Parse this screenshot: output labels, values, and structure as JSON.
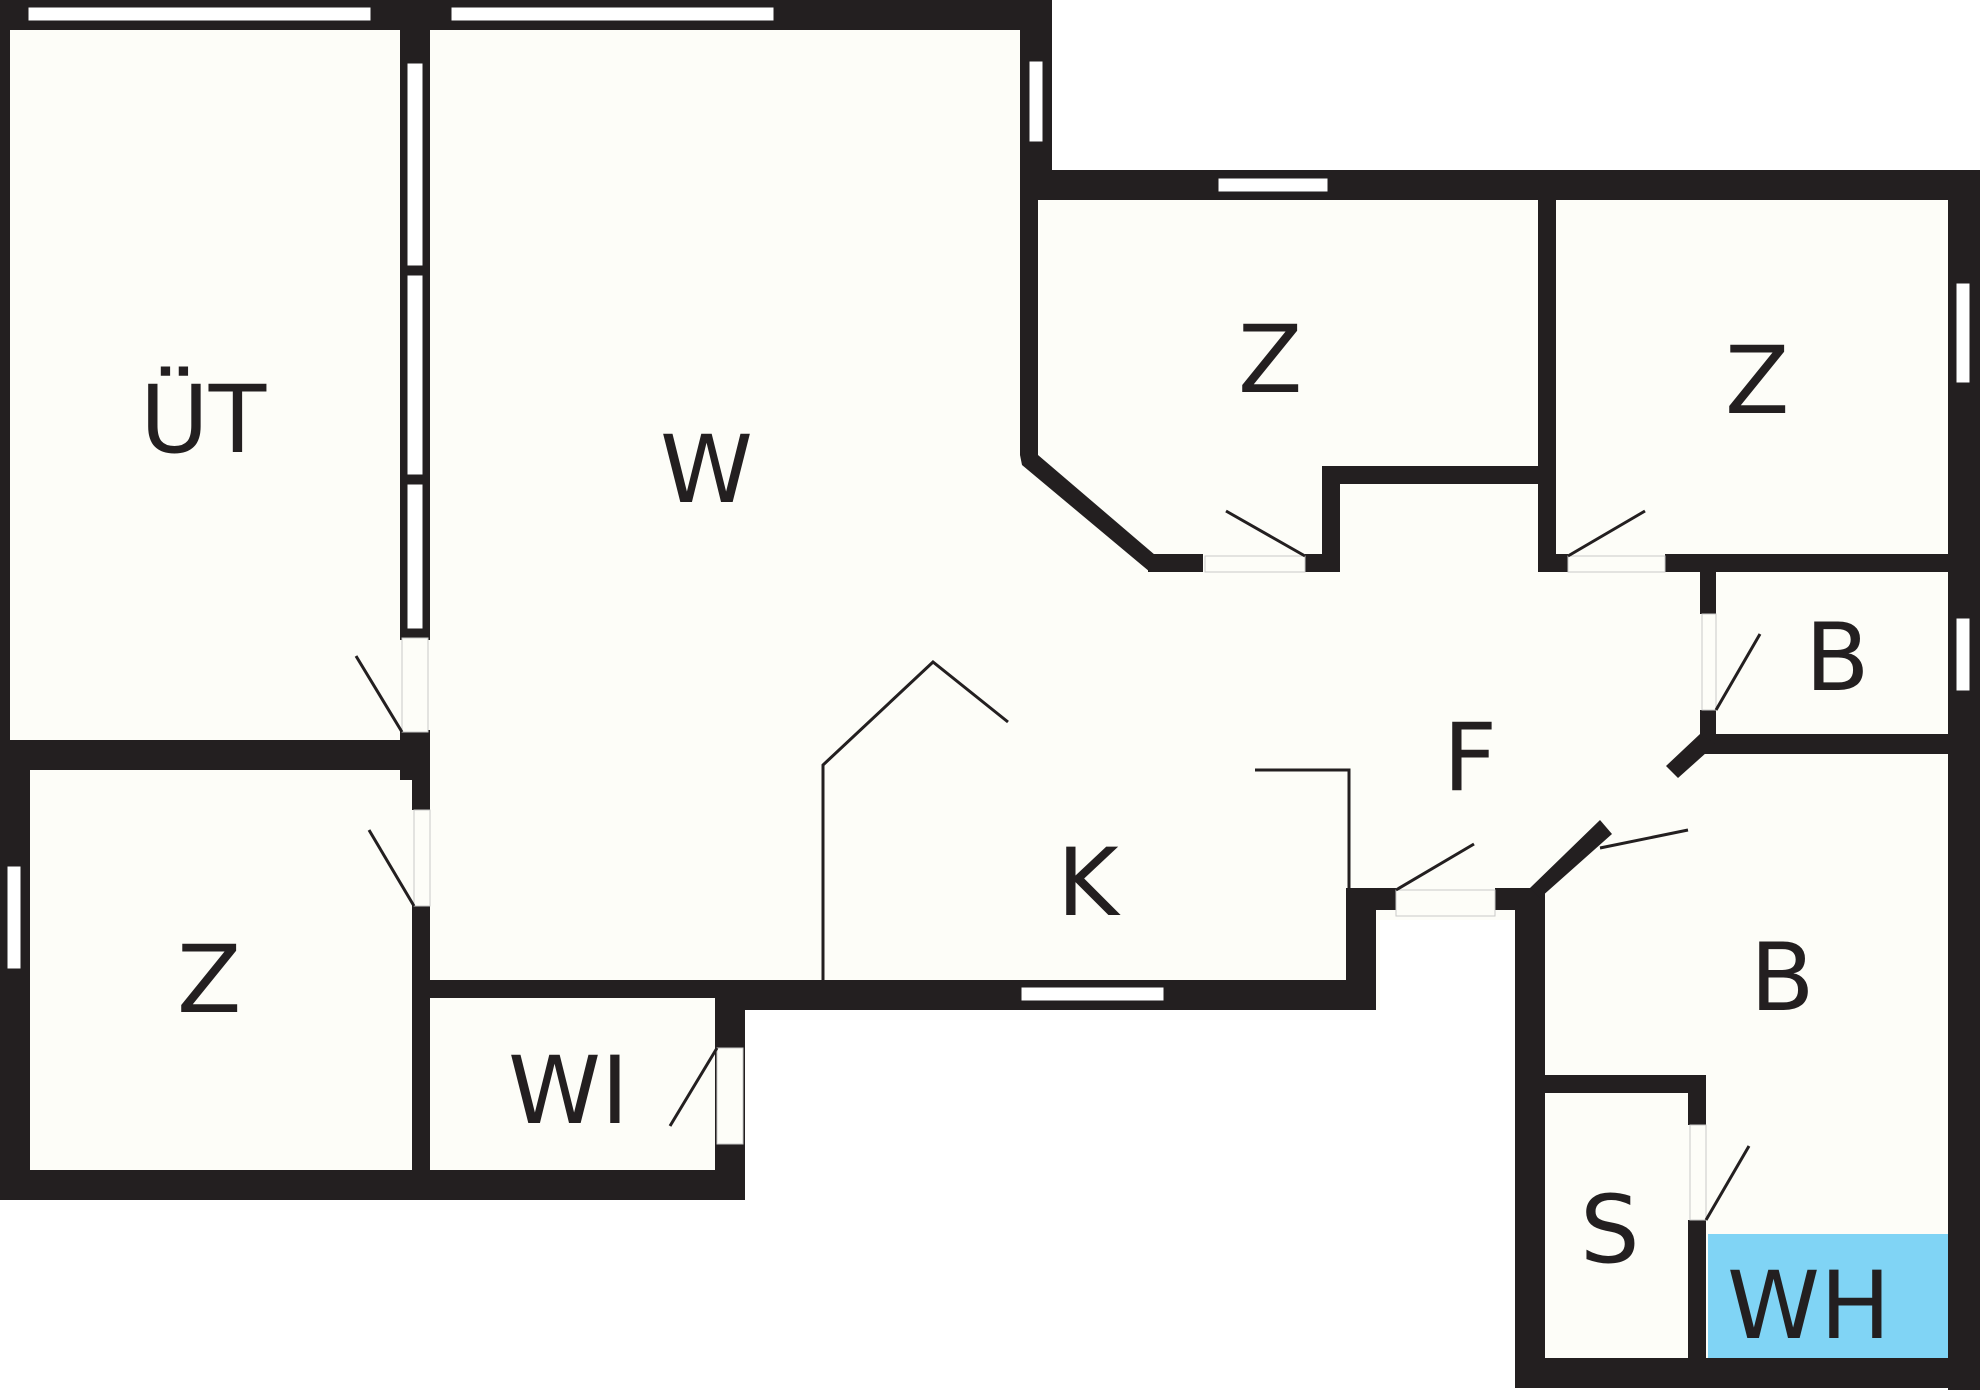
{
  "plan": {
    "colors": {
      "wall": "#231f20",
      "floor": "#fdfdf8",
      "wh_highlight": "#80d4f5"
    },
    "rooms": {
      "ut": "ÜT",
      "w": "W",
      "z_top_left": "Z",
      "z_top_right": "Z",
      "z_bottom_left": "Z",
      "b_small": "B",
      "b_large": "B",
      "f": "F",
      "k": "K",
      "wi": "WI",
      "s": "S",
      "wh": "WH"
    }
  }
}
